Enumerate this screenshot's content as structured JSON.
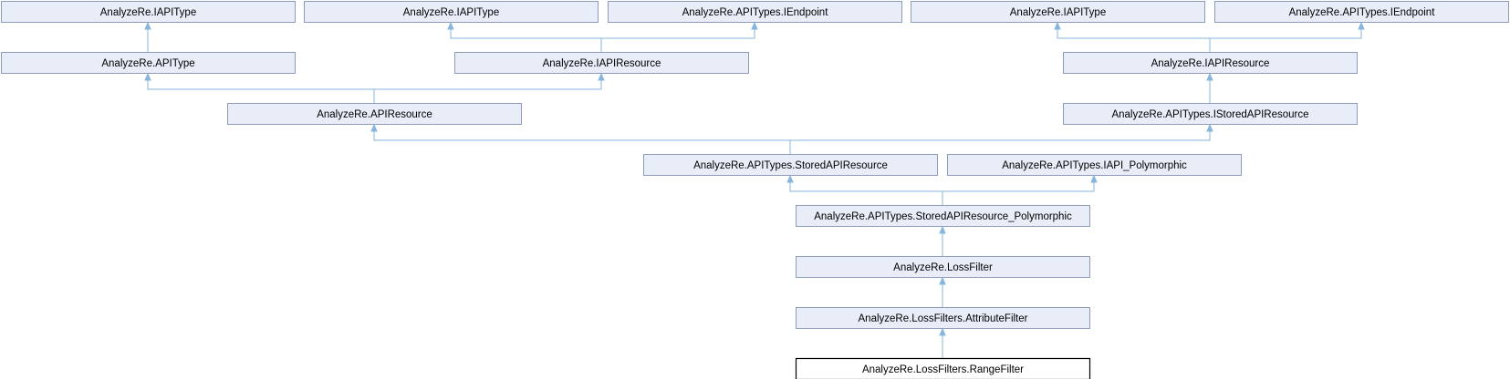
{
  "diagram": {
    "nodes": [
      {
        "id": "n1",
        "label": "AnalyzeRe.IAPIType"
      },
      {
        "id": "n2",
        "label": "AnalyzeRe.IAPIType"
      },
      {
        "id": "n3",
        "label": "AnalyzeRe.APITypes.IEndpoint"
      },
      {
        "id": "n4",
        "label": "AnalyzeRe.IAPIType"
      },
      {
        "id": "n5",
        "label": "AnalyzeRe.APITypes.IEndpoint"
      },
      {
        "id": "n6",
        "label": "AnalyzeRe.APIType"
      },
      {
        "id": "n7",
        "label": "AnalyzeRe.IAPIResource"
      },
      {
        "id": "n8",
        "label": "AnalyzeRe.IAPIResource"
      },
      {
        "id": "n9",
        "label": "AnalyzeRe.APIResource"
      },
      {
        "id": "n10",
        "label": "AnalyzeRe.APITypes.IStoredAPIResource"
      },
      {
        "id": "n11",
        "label": "AnalyzeRe.APITypes.StoredAPIResource"
      },
      {
        "id": "n12",
        "label": "AnalyzeRe.APITypes.IAPI_Polymorphic"
      },
      {
        "id": "n13",
        "label": "AnalyzeRe.APITypes.StoredAPIResource_Polymorphic"
      },
      {
        "id": "n14",
        "label": "AnalyzeRe.LossFilter"
      },
      {
        "id": "n15",
        "label": "AnalyzeRe.LossFilters.AttributeFilter"
      },
      {
        "id": "n16",
        "label": "AnalyzeRe.LossFilters.RangeFilter",
        "current": true
      }
    ],
    "edges": [
      {
        "from": "n6",
        "to": "n1"
      },
      {
        "from": "n7",
        "to": "n2"
      },
      {
        "from": "n7",
        "to": "n3"
      },
      {
        "from": "n8",
        "to": "n4"
      },
      {
        "from": "n8",
        "to": "n5"
      },
      {
        "from": "n9",
        "to": "n6"
      },
      {
        "from": "n9",
        "to": "n7"
      },
      {
        "from": "n10",
        "to": "n8"
      },
      {
        "from": "n11",
        "to": "n9"
      },
      {
        "from": "n11",
        "to": "n10"
      },
      {
        "from": "n13",
        "to": "n11"
      },
      {
        "from": "n13",
        "to": "n12"
      },
      {
        "from": "n14",
        "to": "n13"
      },
      {
        "from": "n15",
        "to": "n14"
      },
      {
        "from": "n16",
        "to": "n15"
      }
    ]
  }
}
